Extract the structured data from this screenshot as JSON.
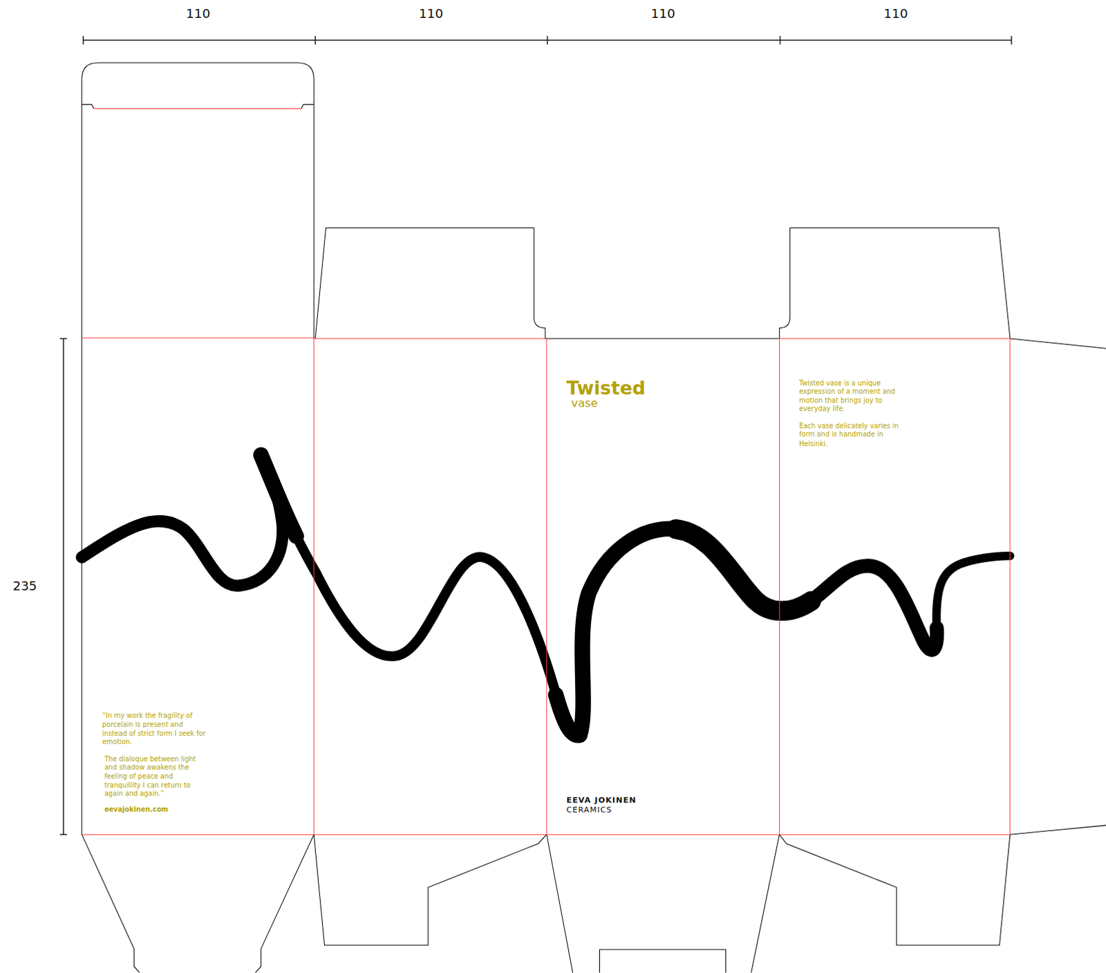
{
  "diagram": {
    "labels": [
      "110",
      "110",
      "110",
      "110",
      "235",
      "Twisted",
      "vase",
      "Twisted vase is a unique expression of a moment and motion that brings joy to everyday life.",
      "Each vase delicately varies in form and is handmade in Helsinki.",
      "“In my work the fragility of porcelain is present and instead of strict form I seek for emotion.",
      "The dialoque between light and shadow awakens the feeling of peace and tranquillity I can return to again and again.”",
      "eevajokinen.com",
      "EEVA JOKINEN",
      "CERAMICS"
    ]
  }
}
